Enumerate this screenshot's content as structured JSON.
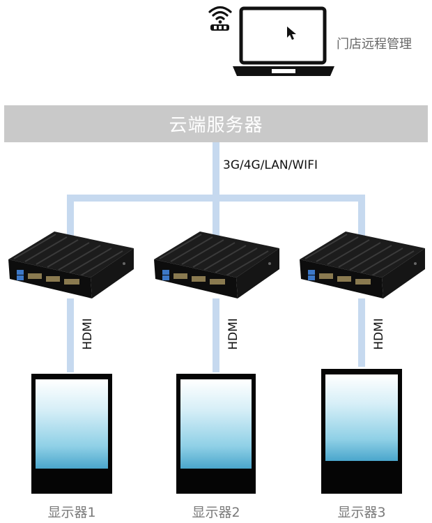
{
  "remote": {
    "label": "门店远程管理",
    "icons": {
      "computer": "laptop-icon",
      "wifi": "wifi-icon",
      "cursor": "cursor-icon"
    }
  },
  "server": {
    "label": "云端服务器"
  },
  "network": {
    "label": "3G/4G/LAN/WIFI"
  },
  "boxes": [
    {
      "icon": "mini-pc-icon",
      "link_label": "HDMI",
      "display_label": "显示器1"
    },
    {
      "icon": "mini-pc-icon",
      "link_label": "HDMI",
      "display_label": "显示器2"
    },
    {
      "icon": "mini-pc-icon",
      "link_label": "HDMI",
      "display_label": "显示器3"
    }
  ],
  "colors": {
    "server_bar": "#c9c9c9",
    "connector": "#c6d9ef",
    "display_frame": "#050505",
    "screen_top": "#ffffff",
    "screen_bottom": "#4aa6cc"
  }
}
